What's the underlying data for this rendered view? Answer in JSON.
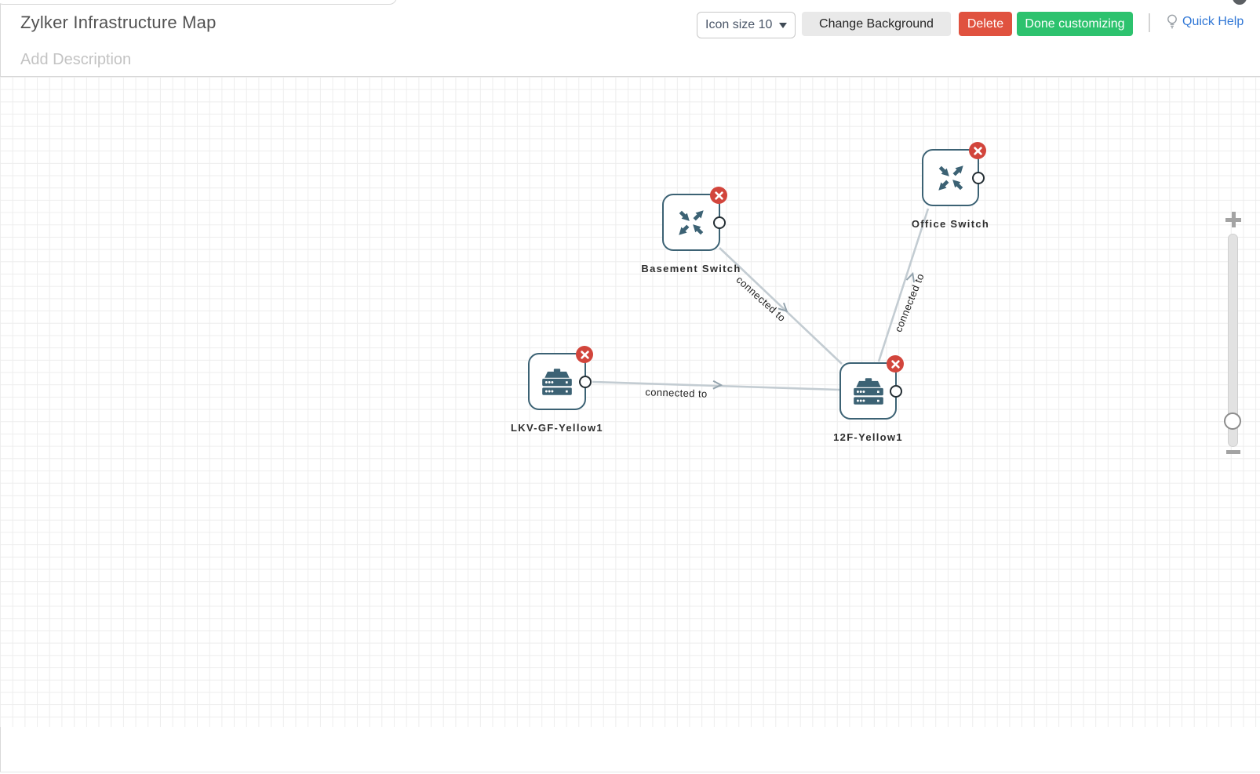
{
  "header": {
    "title": "Zylker Infrastructure Map",
    "description_placeholder": "Add Description"
  },
  "toolbar": {
    "icon_size_value": "Icon size 10",
    "change_background_label": "Change Background",
    "delete_label": "Delete",
    "done_label": "Done customizing",
    "quick_help_label": "Quick Help"
  },
  "nodes": [
    {
      "label": "Basement Switch",
      "type": "switch"
    },
    {
      "label": "Office Switch",
      "type": "switch"
    },
    {
      "label": "LKV-GF-Yellow1",
      "type": "rack-device"
    },
    {
      "label": "12F-Yellow1",
      "type": "rack-device"
    }
  ],
  "edges": [
    {
      "from": "Basement Switch",
      "to": "12F-Yellow1",
      "label": "connected to"
    },
    {
      "from": "LKV-GF-Yellow1",
      "to": "12F-Yellow1",
      "label": "connected to"
    },
    {
      "from": "12F-Yellow1",
      "to": "Office Switch",
      "label": "connected to"
    }
  ],
  "icons": {
    "node_delete": "x-circle",
    "dropdown": "chevron-down",
    "quick_help": "lightbulb",
    "zoom_in": "plus",
    "zoom_out": "minus",
    "switch_node": "four-arrows-switch",
    "rack_node": "rack-server"
  },
  "colors": {
    "node_border": "#3c6274",
    "edge": "#c3ccd2",
    "delete_badge": "#d2453c",
    "delete_button": "#e0523f",
    "done_button": "#2dc26e",
    "link": "#3077d6",
    "grid_line": "#ededed"
  }
}
